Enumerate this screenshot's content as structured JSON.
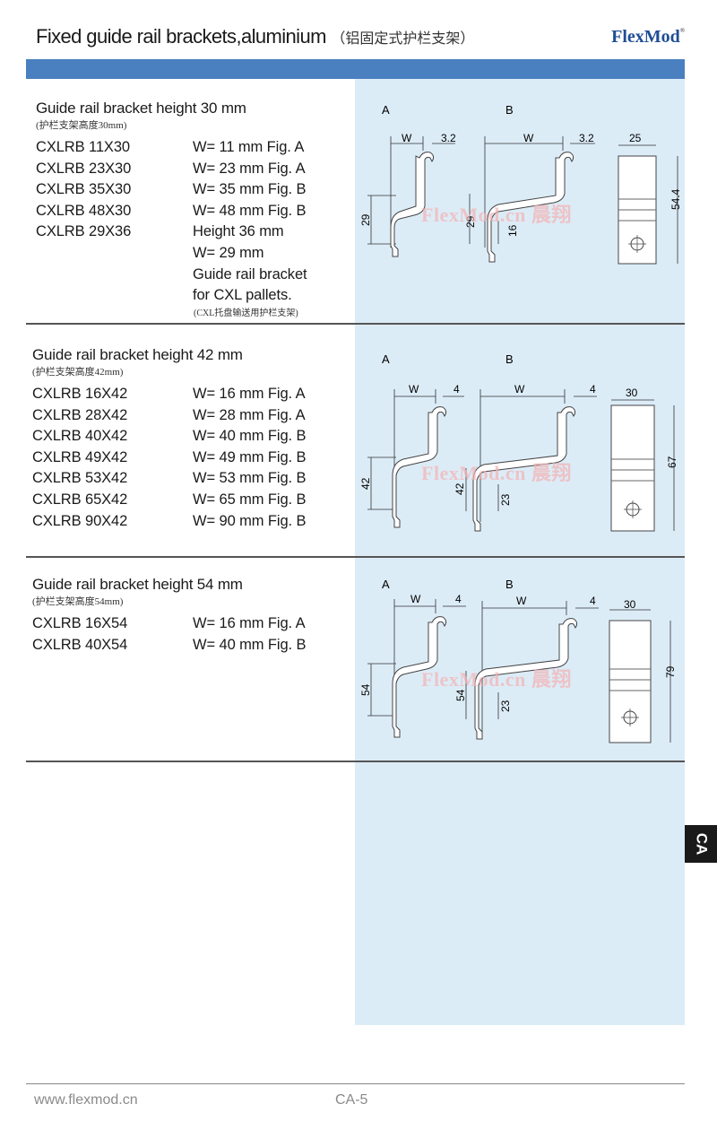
{
  "header": {
    "title": "Fixed guide rail brackets,aluminium",
    "title_cn": "（铝固定式护栏支架）",
    "brand": "FlexMod",
    "brand_mark": "®"
  },
  "sections": [
    {
      "title": "Guide rail bracket height 30 mm",
      "subtitle": "(护栏支架高度30mm)",
      "rows": [
        {
          "code": "CXLRB 11X30",
          "desc": "W= 11 mm  Fig. A"
        },
        {
          "code": "CXLRB 23X30",
          "desc": "W= 23 mm  Fig. A"
        },
        {
          "code": "CXLRB 35X30",
          "desc": "W= 35 mm  Fig. B"
        },
        {
          "code": "CXLRB 48X30",
          "desc": "W= 48 mm  Fig. B"
        },
        {
          "code": "CXLRB 29X36",
          "desc": "Height 36 mm"
        },
        {
          "code": "",
          "desc": "W= 29 mm"
        },
        {
          "code": "",
          "desc": "Guide rail bracket"
        },
        {
          "code": "",
          "desc": "for CXL pallets."
        }
      ],
      "note": "(CXL托盘输送用护栏支架)",
      "fig": {
        "a": "A",
        "b": "B",
        "w": "W",
        "t": "3.2",
        "ha": "29",
        "hb": "29",
        "hs": "16",
        "sw": "25",
        "sh": "54.4"
      }
    },
    {
      "title": "Guide rail bracket height 42 mm",
      "subtitle": "(护栏支架高度42mm)",
      "rows": [
        {
          "code": "CXLRB 16X42",
          "desc": "W= 16 mm  Fig. A"
        },
        {
          "code": "CXLRB 28X42",
          "desc": "W= 28 mm  Fig. A"
        },
        {
          "code": "CXLRB 40X42",
          "desc": "W= 40 mm  Fig. B"
        },
        {
          "code": "CXLRB 49X42",
          "desc": "W= 49 mm  Fig. B"
        },
        {
          "code": "CXLRB 53X42",
          "desc": "W= 53 mm  Fig. B"
        },
        {
          "code": "CXLRB 65X42",
          "desc": "W= 65 mm  Fig. B"
        },
        {
          "code": "CXLRB 90X42",
          "desc": "W= 90 mm  Fig. B"
        }
      ],
      "fig": {
        "a": "A",
        "b": "B",
        "w": "W",
        "t": "4",
        "ha": "42",
        "hb": "42",
        "hs": "23",
        "sw": "30",
        "sh": "67"
      }
    },
    {
      "title": "Guide rail bracket height 54 mm",
      "subtitle": "(护栏支架高度54mm)",
      "rows": [
        {
          "code": "CXLRB 16X54",
          "desc": "W= 16 mm  Fig. A"
        },
        {
          "code": "CXLRB 40X54",
          "desc": "W= 40 mm  Fig. B"
        }
      ],
      "fig": {
        "a": "A",
        "b": "B",
        "w": "W",
        "t": "4",
        "ha": "54",
        "hb": "54",
        "hs": "23",
        "sw": "30",
        "sh": "79"
      }
    }
  ],
  "watermark": "FlexMod.cn 晨翔",
  "side_tab": "CA",
  "footer": {
    "url": "www.flexmod.cn",
    "page": "CA-5"
  },
  "colors": {
    "accent_bar": "#4a80bf",
    "panel": "#dcecf7",
    "brand": "#1f4e95",
    "watermark": "#f4b3b3"
  }
}
